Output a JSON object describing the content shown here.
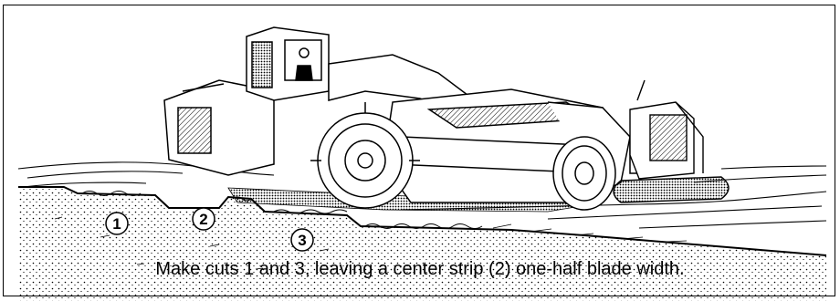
{
  "figure": {
    "caption": "Make cuts 1 and 3, leaving a center strip (2) one-half blade width.",
    "callouts": [
      "1",
      "2",
      "3"
    ],
    "illustration_icon": "scraper-and-crawler-dozer-illustration",
    "ink_color": "#000000",
    "paper_color": "#ffffff"
  }
}
